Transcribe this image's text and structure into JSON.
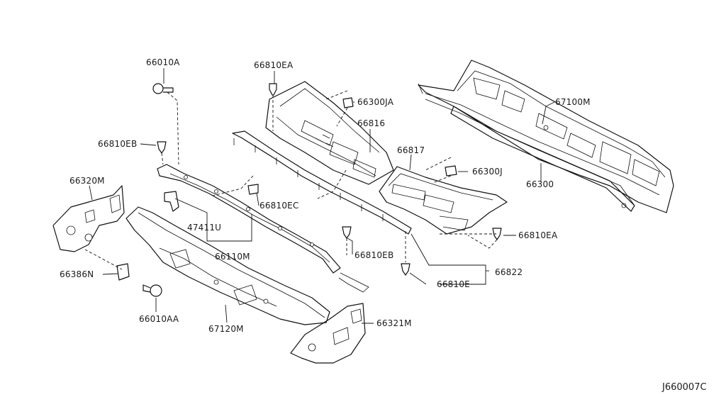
{
  "diagram_code": "J660007C",
  "labels": {
    "p66010A": "66010A",
    "p66810EA_top": "66810EA",
    "p66300JA": "66300JA",
    "p66816": "66816",
    "p67100M": "67100M",
    "p66810EB_left": "66810EB",
    "p66817": "66817",
    "p66300J": "66300J",
    "p66320M": "66320M",
    "p66810EC": "66810EC",
    "p66300": "66300",
    "p47411U": "47411U",
    "p66110M": "66110M",
    "p66810EA_right": "66810EA",
    "p66810EB_mid": "66810EB",
    "p66822": "66822",
    "p66386N": "66386N",
    "p66810E": "66810E",
    "p66010AA": "66010AA",
    "p67120M": "67120M",
    "p66321M": "66321M"
  }
}
